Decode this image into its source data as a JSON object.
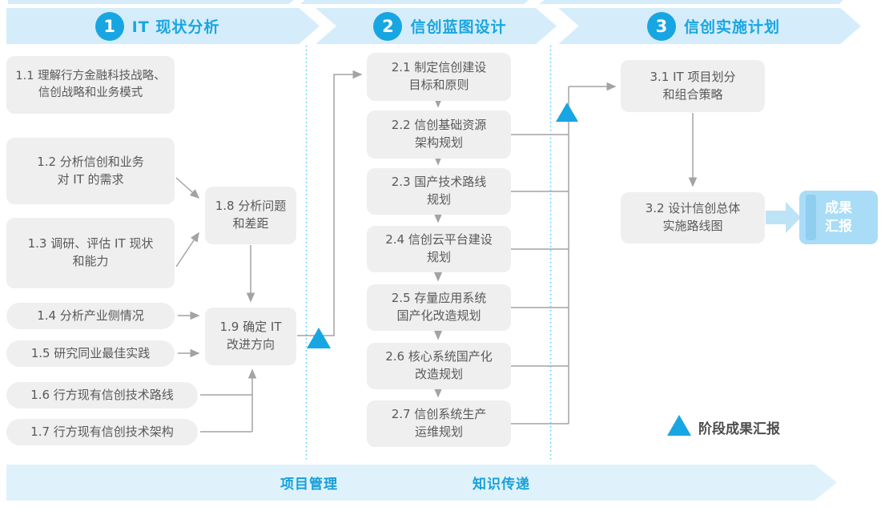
{
  "phases": [
    {
      "number": "1",
      "title": "IT 现状分析"
    },
    {
      "number": "2",
      "title": "信创蓝图设计"
    },
    {
      "number": "3",
      "title": "信创实施计划"
    }
  ],
  "nodes": {
    "b11": {
      "line1": "1.1 理解行方金融科技战略、",
      "line2": "信创战略和业务模式"
    },
    "b12": {
      "line1": "1.2 分析信创和业务",
      "line2": "对 IT 的需求"
    },
    "b13": {
      "line1": "1.3 调研、评估 IT 现状",
      "line2": "和能力"
    },
    "b14": {
      "line1": "1.4 分析产业侧情况"
    },
    "b15": {
      "line1": "1.5 研究同业最佳实践"
    },
    "b16": {
      "line1": "1.6 行方现有信创技术路线"
    },
    "b17": {
      "line1": "1.7 行方现有信创技术架构"
    },
    "b18": {
      "line1": "1.8 分析问题",
      "line2": "和差距"
    },
    "b19": {
      "line1": "1.9 确定 IT",
      "line2": "改进方向"
    },
    "b21": {
      "line1": "2.1 制定信创建设",
      "line2": "目标和原则"
    },
    "b22": {
      "line1": "2.2 信创基础资源",
      "line2": "架构规划"
    },
    "b23": {
      "line1": "2.3 国产技术路线",
      "line2": "规划"
    },
    "b24": {
      "line1": "2.4 信创云平台建设",
      "line2": "规划"
    },
    "b25": {
      "line1": "2.5 存量应用系统",
      "line2": "国产化改造规划"
    },
    "b26": {
      "line1": "2.6 核心系统国产化",
      "line2": "改造规划"
    },
    "b27": {
      "line1": "2.7 信创系统生产",
      "line2": "运维规划"
    },
    "b31": {
      "line1": "3.1 IT 项目划分",
      "line2": "和组合策略"
    },
    "b32": {
      "line1": "3.2 设计信创总体",
      "line2": "实施路线图"
    }
  },
  "report": {
    "line1": "成果",
    "line2": "汇报"
  },
  "legend": {
    "label": "阶段成果汇报"
  },
  "bottom": {
    "item1": "项目管理",
    "item2": "知识传递"
  },
  "colors": {
    "accent": "#18A6E2",
    "band_fill": "#D5EDFA",
    "box_fill": "#EFEFEF",
    "box_text": "#595959",
    "report_fill": "#A9DCF6",
    "report_stripe": "#8FCEEF",
    "connector": "#A3A3A3",
    "separator_dotted": "#5BC4F0",
    "bottom_band_fill": "#DFF2FB",
    "bottom_text": "#16A0DB"
  }
}
